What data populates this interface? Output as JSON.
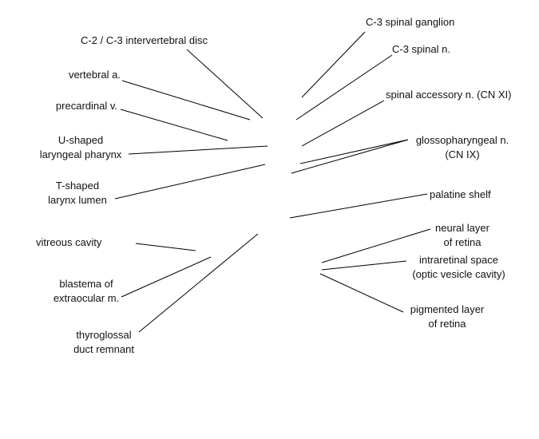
{
  "labels": {
    "c2_c3_disc": "C-2 / C-3 intervertebral disc",
    "vertebral_a": "vertebral a.",
    "precardinal_v": "precardinal v.",
    "u_shaped_1": "U-shaped",
    "u_shaped_2": "laryngeal pharynx",
    "t_shaped_1": "T-shaped",
    "t_shaped_2": "larynx lumen",
    "vitreous_cavity": "vitreous cavity",
    "blastema_1": "blastema of",
    "blastema_2": "extraocular m.",
    "thyroglossal_1": "thyroglossal",
    "thyroglossal_2": "duct remnant",
    "c3_spinal_ganglion": "C-3 spinal ganglion",
    "c3_spinal_n": "C-3 spinal n.",
    "spinal_accessory": "spinal accessory n. (CN XI)",
    "glossopharyngeal_1": "glossopharyngeal n.",
    "glossopharyngeal_2": "(CN IX)",
    "palatine_shelf": "palatine shelf",
    "neural_layer_1": "neural layer",
    "neural_layer_2": "of retina",
    "intraretinal_1": "intraretinal space",
    "intraretinal_2": "(optic vesicle cavity)",
    "pigmented_1": "pigmented layer",
    "pigmented_2": "of retina"
  },
  "style": {
    "line_color": "#000000",
    "text_color": "#111111",
    "background": "#ffffff"
  }
}
